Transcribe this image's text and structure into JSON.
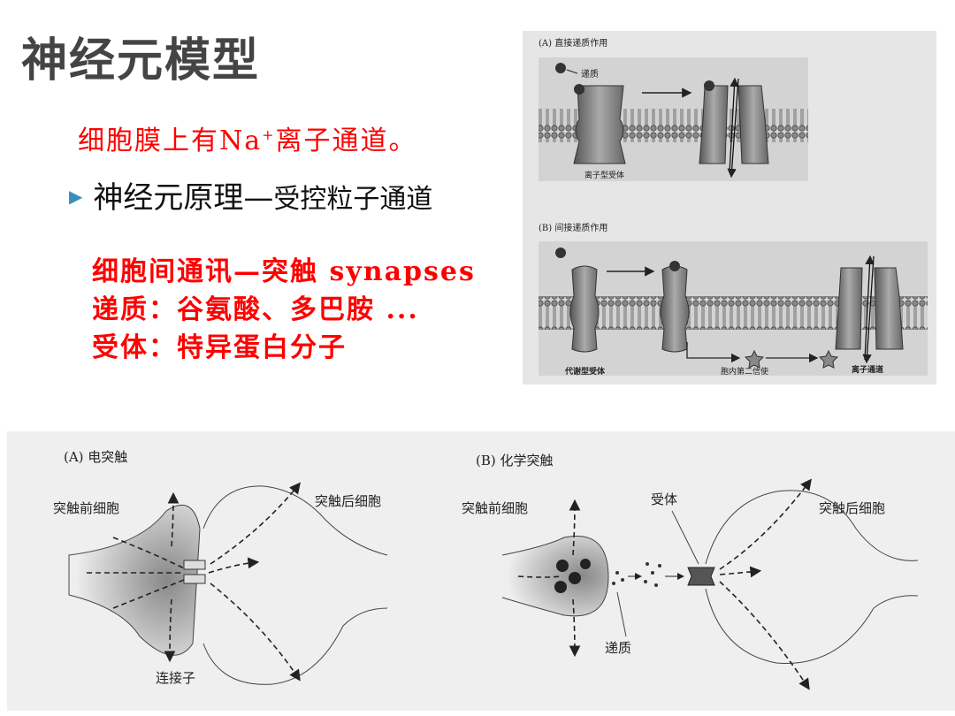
{
  "slide": {
    "title": "神经元模型",
    "line1_prefix": "细胞膜上有Na",
    "line1_sup": "+",
    "line1_suffix": "离子通道。",
    "bullet_main": "神经元原理—",
    "bullet_sub": "受控粒子通道",
    "red_lines": [
      "细胞间通讯—突触 synapses",
      "递质：谷氨酸、多巴胺 ...",
      "受体：特异蛋白分子"
    ]
  },
  "figure_top": {
    "label_a": "(A) 直接递质作用",
    "label_b": "(B) 间接递质作用",
    "transmitter": "递质",
    "ionotropic": "离子型受体",
    "metabotropic": "代谢型受体",
    "second_messenger": "胞内第二信使",
    "ion_channel": "离子通道"
  },
  "figure_bottom": {
    "label_a": "(A) 电突触",
    "label_b": "(B) 化学突触",
    "pre_a": "突触前细胞",
    "post_a": "突触后细胞",
    "connexon": "连接子",
    "pre_b": "突触前细胞",
    "receptor": "受体",
    "post_b": "突触后细胞",
    "transmitter": "递质"
  }
}
